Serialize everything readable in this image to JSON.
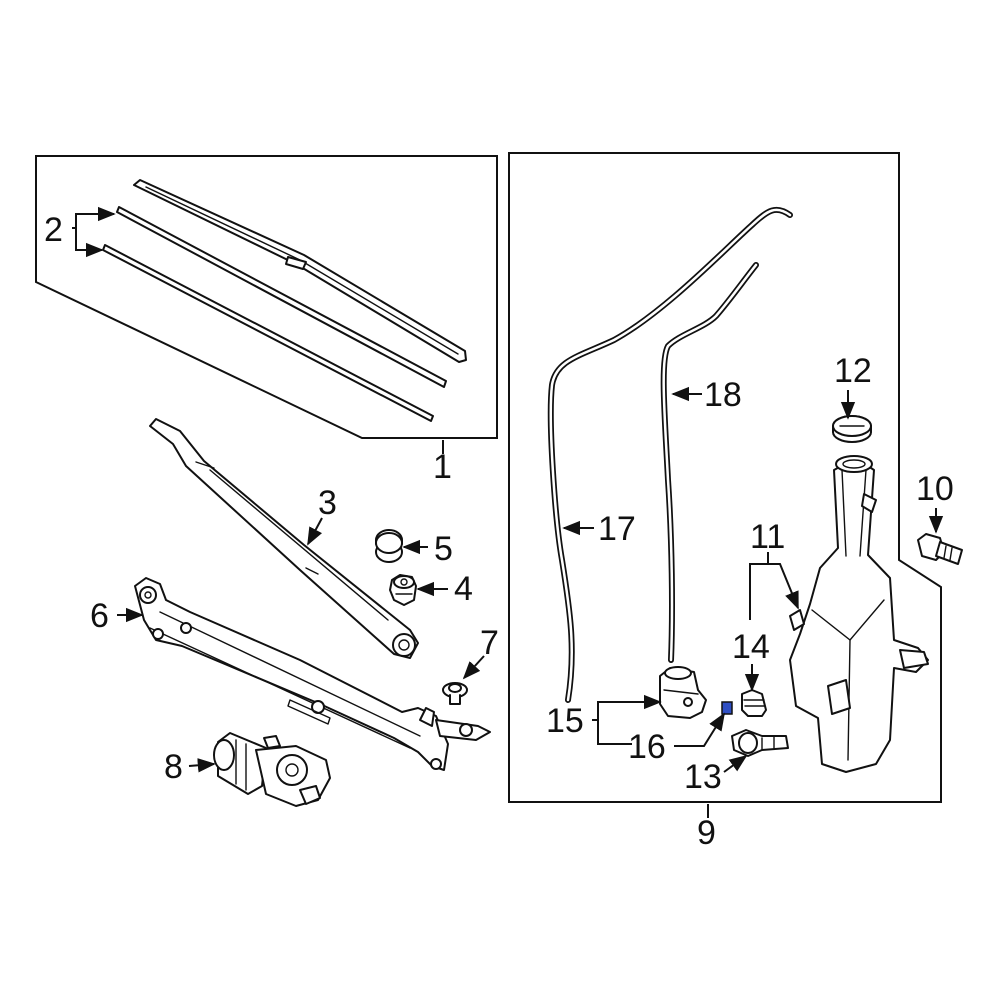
{
  "diagram": {
    "callouts": {
      "c1": "1",
      "c2": "2",
      "c3": "3",
      "c4": "4",
      "c5": "5",
      "c6": "6",
      "c7": "7",
      "c8": "8",
      "c9": "9",
      "c10": "10",
      "c11": "11",
      "c12": "12",
      "c13": "13",
      "c14": "14",
      "c15": "15",
      "c16": "16",
      "c17": "17",
      "c18": "18"
    },
    "colors": {
      "ink": "#111111",
      "background": "#ffffff",
      "highlight": "#2f4fc4"
    }
  }
}
